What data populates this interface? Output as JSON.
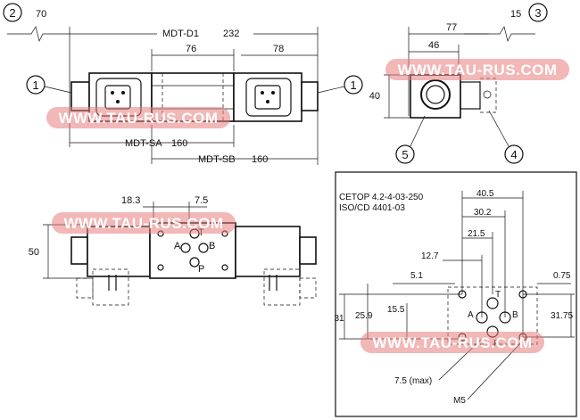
{
  "top_view": {
    "callout_left": "2",
    "callout_left_value": "70",
    "callout_right": "3",
    "callout_right_value": "15",
    "overall_label": "MDT-D1",
    "overall_value": "232",
    "center_width": "76",
    "right_coil_width": "78",
    "coil_left_callout": "1",
    "coil_right_callout": "1",
    "sa_label": "MDT-SA",
    "sa_value": "160",
    "sb_label": "MDT-SB",
    "sb_value": "160"
  },
  "side_view": {
    "width_total": "77",
    "width_body": "46",
    "height": "40",
    "callout_bottom_left": "5",
    "callout_bottom_right": "4"
  },
  "front_view": {
    "dim_a": "18.3",
    "dim_b": "7.5",
    "height": "50",
    "port_t": "T",
    "port_a": "A",
    "port_b": "B",
    "port_p": "P"
  },
  "port_pattern": {
    "standard_1": "CETOP 4.2-4-03-250",
    "standard_2": "ISO/CD 4401-03",
    "dim_40_5": "40.5",
    "dim_30_2": "30.2",
    "dim_21_5": "21.5",
    "dim_12_7": "12.7",
    "dim_5_1": "5.1",
    "dim_0_75": "0.75",
    "dim_15_5": "15.5",
    "dim_31": "31",
    "dim_25_9": "25.9",
    "dim_31_75": "31.75",
    "port_t": "T",
    "port_a": "A",
    "port_b": "B",
    "port_p": "P",
    "note_depth": "7.5 (max)",
    "note_thread": "M5"
  },
  "watermark": {
    "text": "WWW.TAU-RUS.COM"
  },
  "colors": {
    "line": "#111111",
    "watermark": "#e87b7b",
    "background": "#ffffff"
  }
}
